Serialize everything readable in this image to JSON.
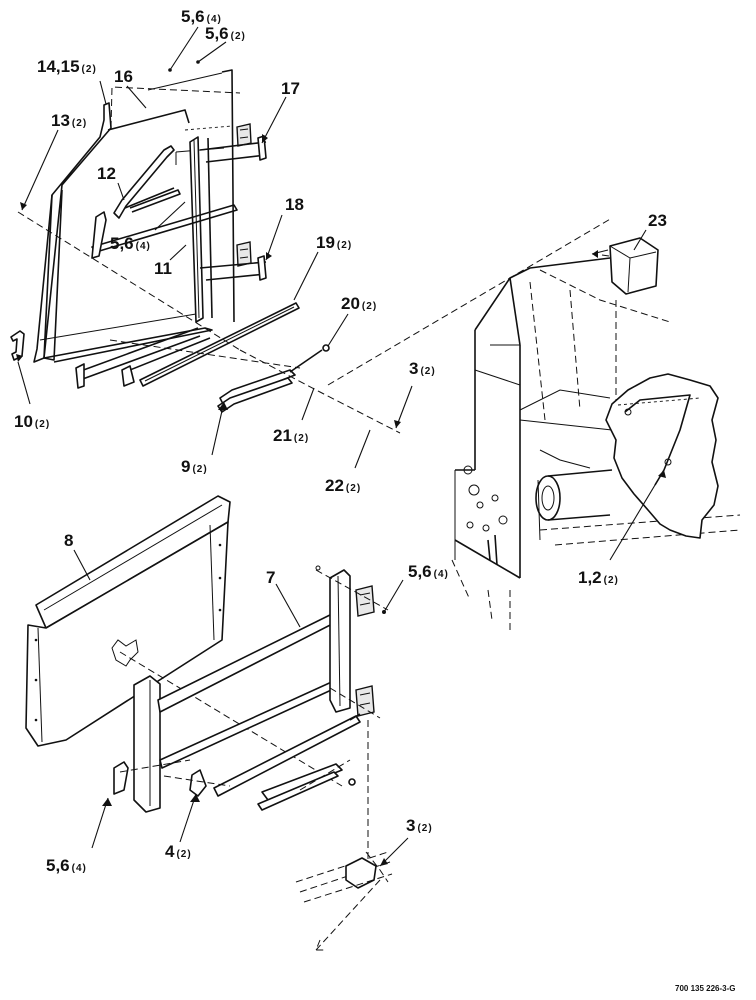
{
  "callouts": [
    {
      "id": "c-5-6-4-top",
      "num": "5,6",
      "qty": "(4)"
    },
    {
      "id": "c-5-6-2-top",
      "num": "5,6",
      "qty": "(2)"
    },
    {
      "id": "c-14-15",
      "num": "14,15",
      "qty": "(2)"
    },
    {
      "id": "c-16",
      "num": "16",
      "qty": ""
    },
    {
      "id": "c-17",
      "num": "17",
      "qty": ""
    },
    {
      "id": "c-13",
      "num": "13",
      "qty": "(2)"
    },
    {
      "id": "c-12",
      "num": "12",
      "qty": ""
    },
    {
      "id": "c-5-6-4-mid",
      "num": "5,6",
      "qty": "(4)"
    },
    {
      "id": "c-11",
      "num": "11",
      "qty": ""
    },
    {
      "id": "c-18",
      "num": "18",
      "qty": ""
    },
    {
      "id": "c-23",
      "num": "23",
      "qty": ""
    },
    {
      "id": "c-19",
      "num": "19",
      "qty": "(2)"
    },
    {
      "id": "c-20",
      "num": "20",
      "qty": "(2)"
    },
    {
      "id": "c-10",
      "num": "10",
      "qty": "(2)"
    },
    {
      "id": "c-3-top",
      "num": "3",
      "qty": "(2)"
    },
    {
      "id": "c-21",
      "num": "21",
      "qty": "(2)"
    },
    {
      "id": "c-9",
      "num": "9",
      "qty": "(2)"
    },
    {
      "id": "c-22",
      "num": "22",
      "qty": "(2)"
    },
    {
      "id": "c-8",
      "num": "8",
      "qty": ""
    },
    {
      "id": "c-7",
      "num": "7",
      "qty": ""
    },
    {
      "id": "c-5-6-4-right",
      "num": "5,6",
      "qty": "(4)"
    },
    {
      "id": "c-1-2",
      "num": "1,2",
      "qty": "(2)"
    },
    {
      "id": "c-3-bottom",
      "num": "3",
      "qty": "(2)"
    },
    {
      "id": "c-5-6-4-bottom",
      "num": "5,6",
      "qty": "(4)"
    },
    {
      "id": "c-4",
      "num": "4",
      "qty": "(2)"
    }
  ],
  "figure_code": "700 135 226-3-G"
}
